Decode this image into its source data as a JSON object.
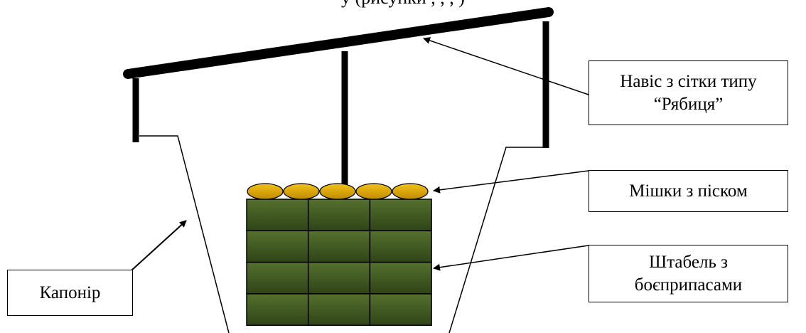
{
  "header_fragment": "у    (рисунки , , , )",
  "labels": {
    "canopy": {
      "line1": "Навіс з сітки типу",
      "line2": "“Рябиця”"
    },
    "sandbags": "Мішки з піском",
    "ammo_stack": {
      "line1": "Штабель з",
      "line2": "боєприпасами"
    },
    "caponier": "Капонір"
  },
  "colors": {
    "canopy_bar": "#000000",
    "sandbag_fill": "#d4a000",
    "ammo_box_fill": "#3c5020",
    "ammo_box_border": "#000000",
    "line": "#000000"
  },
  "diagram": {
    "sandbag_count": 5,
    "ammo_stack_rows": 4,
    "ammo_stack_cols": 3
  }
}
